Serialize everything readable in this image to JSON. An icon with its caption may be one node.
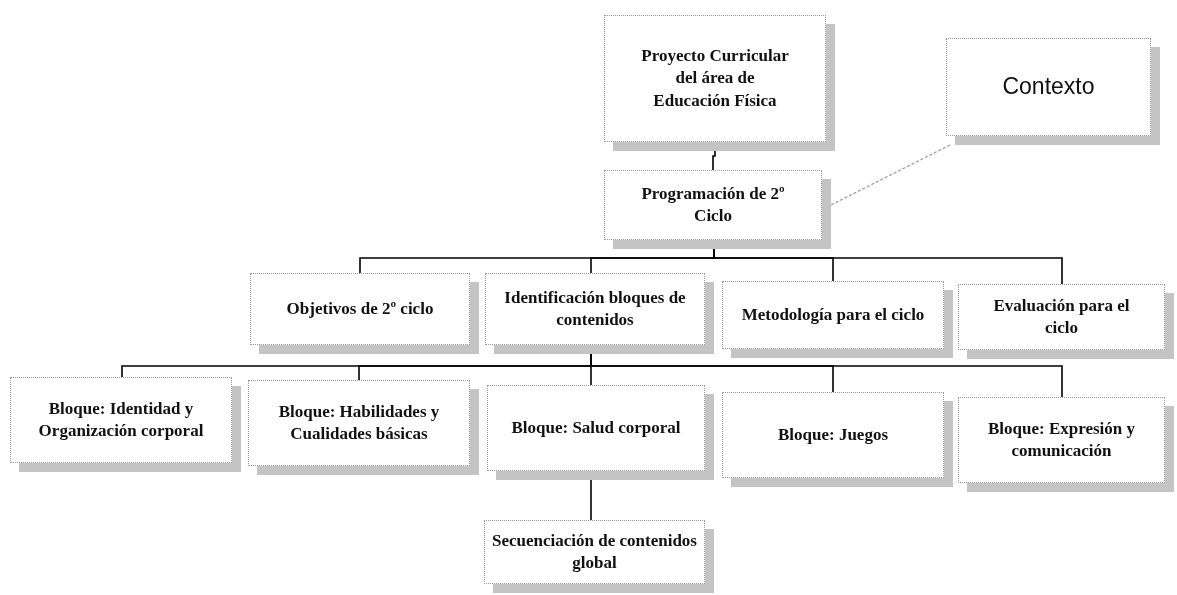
{
  "diagram": {
    "nodes": [
      {
        "text": [
          "Proyecto Curricular del área de Educación Física"
        ]
      },
      {
        "text": [
          "Contexto"
        ]
      },
      {
        "text": [
          "Programación de 2º Ciclo"
        ]
      },
      {
        "text": [
          "Objetivos de 2º ciclo"
        ]
      },
      {
        "text": [
          "Identificación bloques de contenidos"
        ]
      },
      {
        "text": [
          "Metodología para el ciclo"
        ]
      },
      {
        "text": [
          "Evaluación para el ciclo"
        ]
      },
      {
        "text": [
          "Bloque: Identidad y Organización corporal"
        ]
      },
      {
        "text": [
          "Bloque: Habilidades y Cualidades básicas"
        ]
      },
      {
        "text": [
          "Bloque: Salud corporal"
        ]
      },
      {
        "text": [
          "Bloque: Juegos"
        ]
      },
      {
        "text": [
          "Bloque: Expresión y comunicación"
        ]
      },
      {
        "text": [
          "Secuenciación de contenidos global"
        ]
      }
    ],
    "edges": [
      {
        "from": 0,
        "to": 2,
        "arrow": "none"
      },
      {
        "from": 1,
        "to": 2,
        "arrow": "none",
        "style": "dashed",
        "color": "#9a9a9a"
      },
      {
        "from": 2,
        "to": 3,
        "arrow": "none"
      },
      {
        "from": 2,
        "to": 4,
        "arrow": "none"
      },
      {
        "from": 2,
        "to": 5,
        "arrow": "none"
      },
      {
        "from": 2,
        "to": 6,
        "arrow": "none"
      },
      {
        "from": 4,
        "to": 7,
        "arrow": "none"
      },
      {
        "from": 4,
        "to": 8,
        "arrow": "none"
      },
      {
        "from": 4,
        "to": 9,
        "arrow": "none"
      },
      {
        "from": 4,
        "to": 10,
        "arrow": "none"
      },
      {
        "from": 4,
        "to": 11,
        "arrow": "none"
      },
      {
        "from": 9,
        "to": 12,
        "arrow": "none"
      }
    ]
  }
}
